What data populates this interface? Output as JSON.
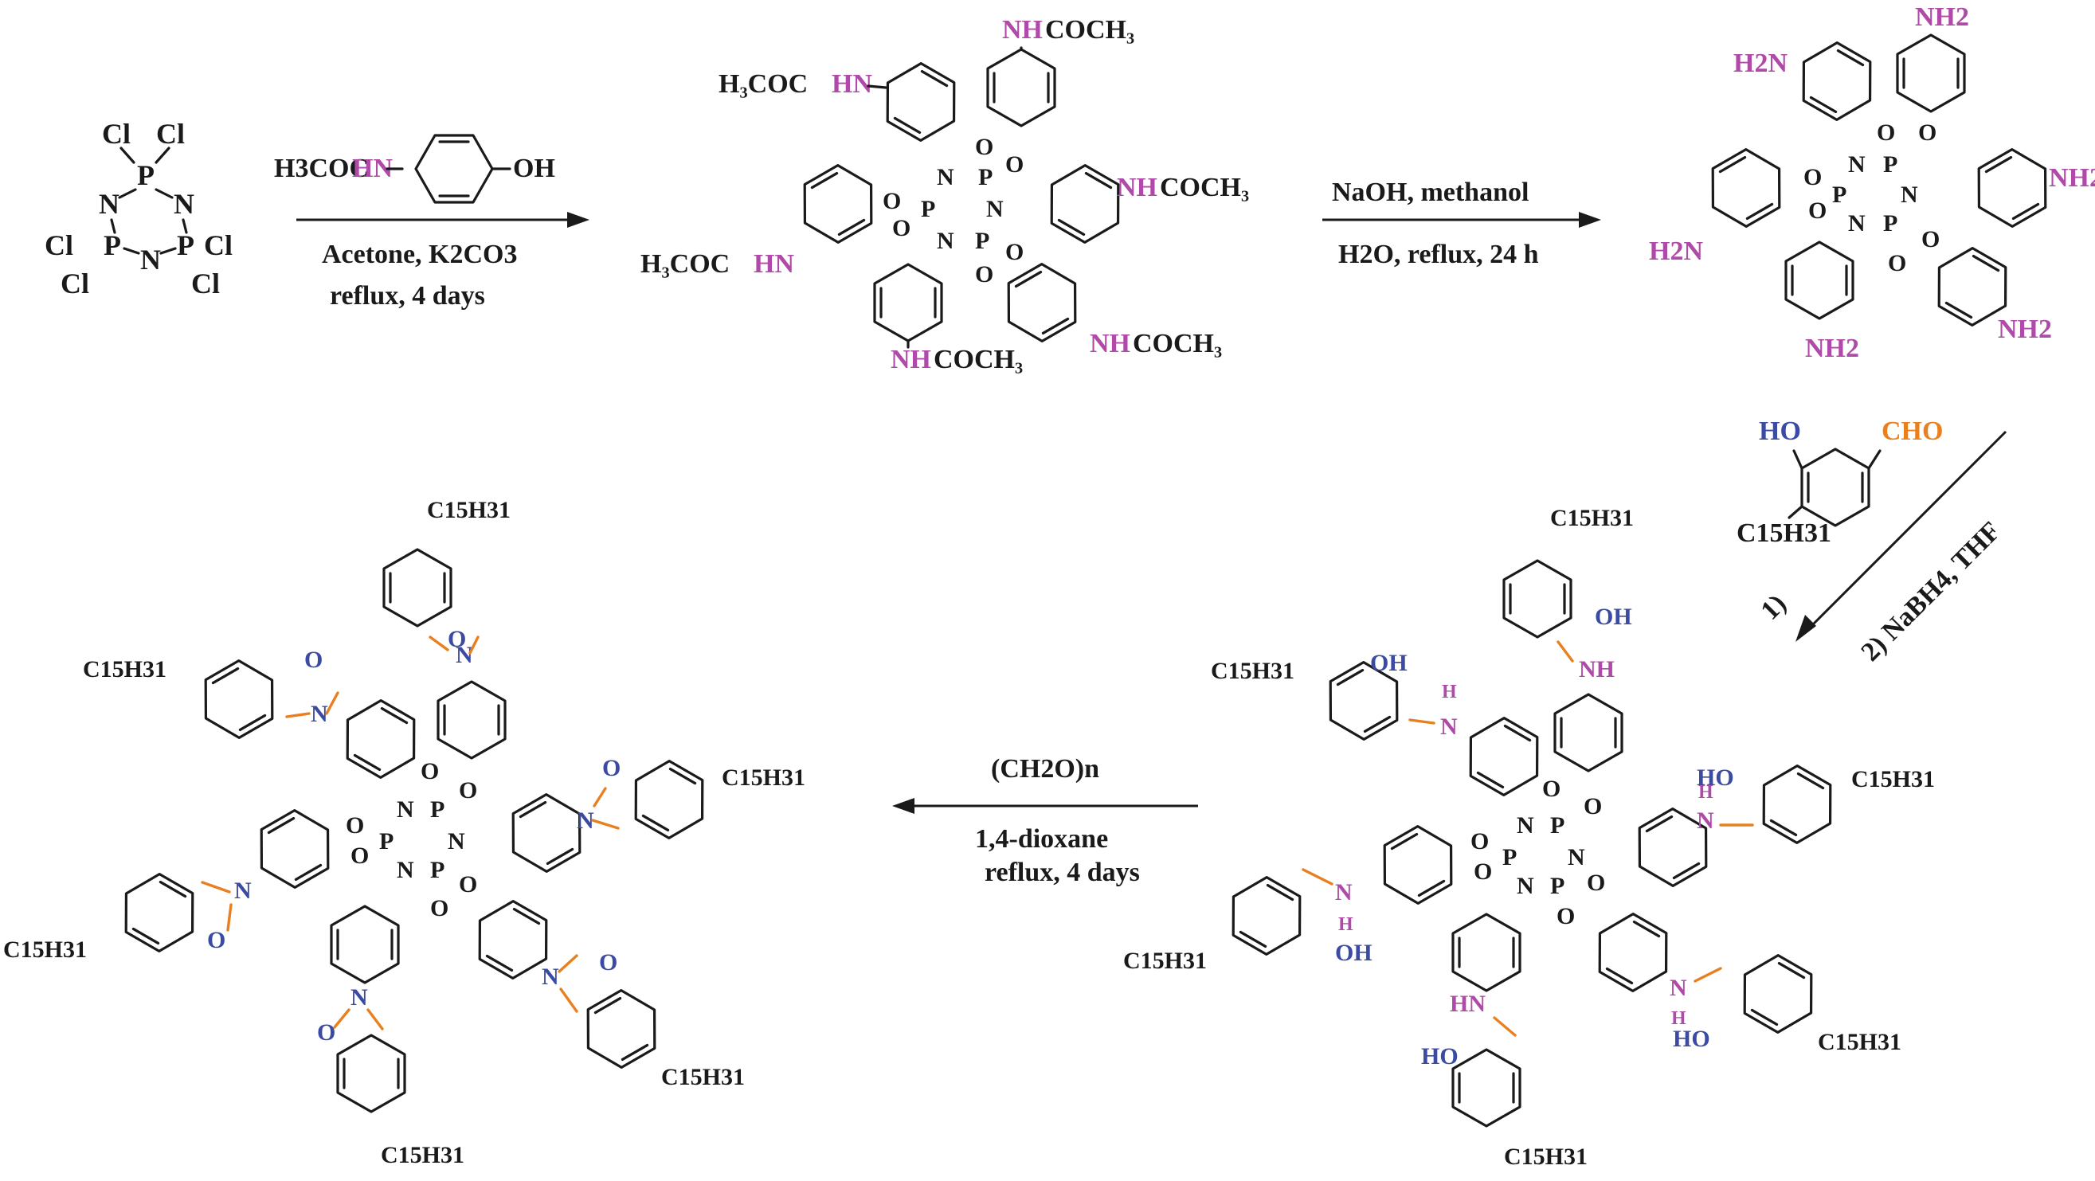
{
  "colors": {
    "black": "#1a1a1a",
    "amine": "#b04aa8",
    "hydroxyl_oxygen": "#3b4aa3",
    "aldehyde_methylene": "#e8801f"
  },
  "reactant": {
    "atoms": [
      "Cl",
      "Cl",
      "P",
      "N",
      "N",
      "Cl",
      "P",
      "P",
      "Cl",
      "Cl",
      "N",
      "Cl"
    ]
  },
  "step1": {
    "reagent_prefix": "H3COC",
    "reagent_hn": "HN",
    "reagent_oh": "OH",
    "condition_line1": "Acetone, K2CO3",
    "condition_line2": "reflux, 4 days"
  },
  "product1": {
    "substituent": "NHCOCH3",
    "substituent_rev": "H3COCHN"
  },
  "step2": {
    "condition_line1": "NaOH, methanol",
    "condition_line2": "H2O, reflux, 24 h"
  },
  "product2": {
    "substituent": "NH2",
    "substituent_rev": "H2N"
  },
  "step3": {
    "reagent_ho": "HO",
    "reagent_cho": "CHO",
    "reagent_tail": "C15H31",
    "label_1": "1)",
    "label_2": "2) NaBH4, THF"
  },
  "product3": {
    "tail": "C15H31",
    "oh": "OH",
    "ho": "HO",
    "nh": "NH",
    "hn": "HN"
  },
  "step4": {
    "reagent": "(CH2O)n",
    "condition_line1": "1,4-dioxane",
    "condition_line2": "reflux, 4 days"
  },
  "product4": {
    "tail": "C15H31",
    "ring_o": "O",
    "ring_n": "N"
  },
  "core": {
    "p": "P",
    "n": "N",
    "o": "O"
  }
}
